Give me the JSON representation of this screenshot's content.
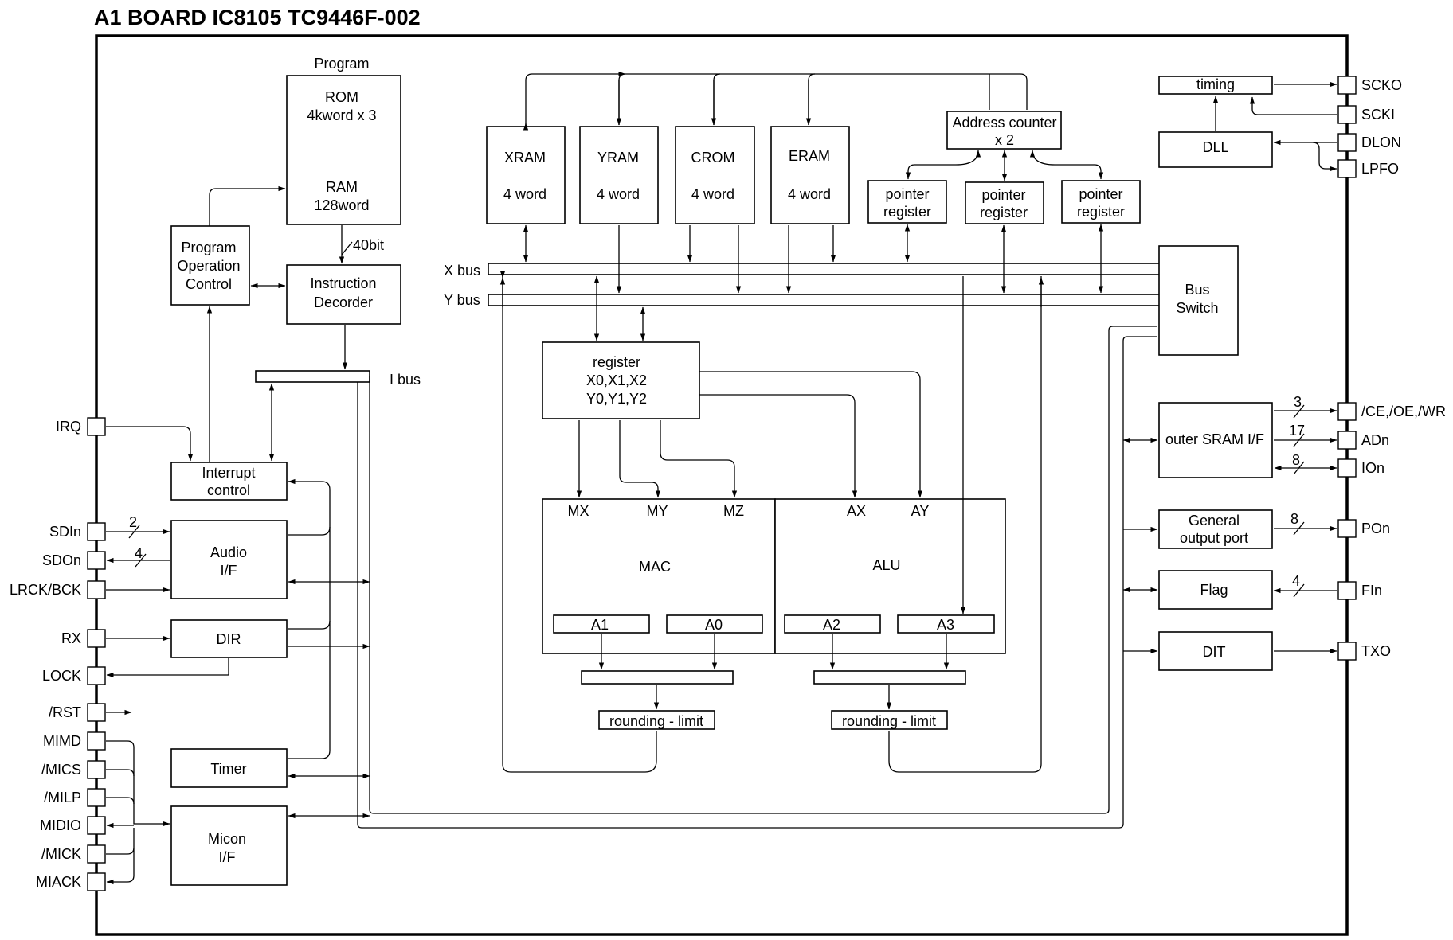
{
  "title": "A1 BOARD IC8105 TC9446F-002",
  "blocks": {
    "program_caption": "Program",
    "rom_l1": "ROM",
    "rom_l2": "4kword x 3",
    "ram_l1": "RAM",
    "ram_l2": "128word",
    "width_40bit": "40bit",
    "poc_l1": "Program",
    "poc_l2": "Operation",
    "poc_l3": "Control",
    "decoder_l1": "Instruction",
    "decoder_l2": "Decorder",
    "ibus": "I bus",
    "interrupt_l1": "Interrupt",
    "interrupt_l2": "control",
    "audio_l1": "Audio",
    "audio_l2": "I/F",
    "dir": "DIR",
    "timer": "Timer",
    "micon_l1": "Micon",
    "micon_l2": "I/F",
    "xram_l1": "XRAM",
    "xram_l2": "4 word",
    "yram_l1": "YRAM",
    "yram_l2": "4 word",
    "crom_l1": "CROM",
    "crom_l2": "4 word",
    "eram_l1": "ERAM",
    "eram_l2": "4 word",
    "addr_l1": "Address counter",
    "addr_l2": "x 2",
    "pointer_l1": "pointer",
    "pointer_l2": "register",
    "xbus": "X bus",
    "ybus": "Y bus",
    "busswitch_l1": "Bus",
    "busswitch_l2": "Switch",
    "register_l1": "register",
    "register_l2": "X0,X1,X2",
    "register_l3": "Y0,Y1,Y2",
    "mx": "MX",
    "my": "MY",
    "mz": "MZ",
    "ax": "AX",
    "ay": "AY",
    "mac": "MAC",
    "alu": "ALU",
    "a1": "A1",
    "a0": "A0",
    "a2": "A2",
    "a3": "A3",
    "rounding": "rounding - limit",
    "timing": "timing",
    "dll": "DLL",
    "sram": "outer SRAM I/F",
    "gop_l1": "General",
    "gop_l2": "output port",
    "flag": "Flag",
    "dit": "DIT"
  },
  "pins": {
    "irq": "IRQ",
    "sdin": "SDIn",
    "sdon": "SDOn",
    "lrck": "LRCK/BCK",
    "rx": "RX",
    "lock": "LOCK",
    "rst": "/RST",
    "mimd": "MIMD",
    "mics": "/MICS",
    "milp": "/MILP",
    "midio": "MIDIO",
    "mick": "/MICK",
    "miack": "MIACK",
    "scko": "SCKO",
    "scki": "SCKI",
    "dlon": "DLON",
    "lpfo": "LPFO",
    "ce": "/CE,/OE,/WR",
    "adn": "ADn",
    "ion": "IOn",
    "pon": "POn",
    "fin": "FIn",
    "txo": "TXO"
  },
  "bus_widths": {
    "sdin": "2",
    "sdon": "4",
    "ce": "3",
    "adn": "17",
    "ion": "8",
    "pon": "8",
    "fin": "4"
  }
}
